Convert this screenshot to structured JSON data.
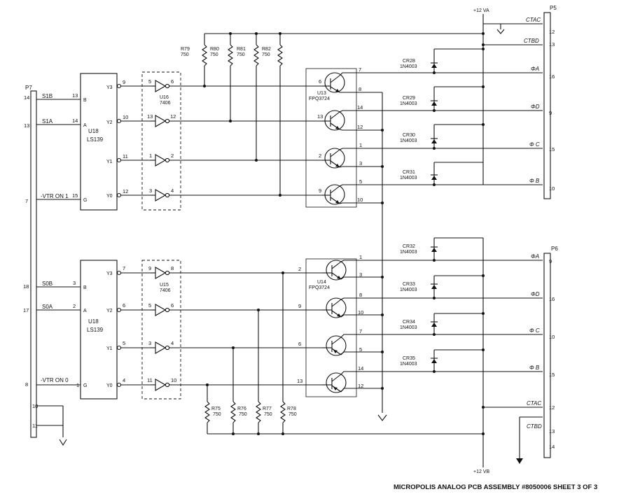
{
  "title": "MICROPOLIS ANALOG PCB ASSEMBLY #8050006 SHEET 3 OF 3",
  "power": {
    "top": "+12 VA",
    "bottom": "+12 VB"
  },
  "connectors": {
    "left": "P7",
    "right_top": "P5",
    "right_bottom": "P6"
  },
  "left_signals": [
    {
      "pin": "14",
      "name": "S1B"
    },
    {
      "pin": "13",
      "name": "S1A"
    },
    {
      "pin": "7",
      "name": "-VTR ON 1"
    },
    {
      "pin": "18",
      "name": "S0B"
    },
    {
      "pin": "17",
      "name": "S0A"
    },
    {
      "pin": "8",
      "name": "-VTR ON 0"
    },
    {
      "pin": "10",
      "name": ""
    },
    {
      "pin": "11",
      "name": ""
    }
  ],
  "decoders": [
    {
      "ref": "U18",
      "part": "LS139",
      "inputs": [
        {
          "pin": "13",
          "name": "B"
        },
        {
          "pin": "14",
          "name": "A"
        },
        {
          "pin": "15",
          "name": "G"
        }
      ],
      "outputs": [
        {
          "pin": "9",
          "name": "Y3"
        },
        {
          "pin": "10",
          "name": "Y2"
        },
        {
          "pin": "11",
          "name": "Y1"
        },
        {
          "pin": "12",
          "name": "Y0"
        }
      ]
    },
    {
      "ref": "U18",
      "part": "LS139",
      "inputs": [
        {
          "pin": "3",
          "name": "B"
        },
        {
          "pin": "2",
          "name": "A"
        },
        {
          "pin": "1",
          "name": "G"
        }
      ],
      "outputs": [
        {
          "pin": "7",
          "name": "Y3"
        },
        {
          "pin": "6",
          "name": "Y2"
        },
        {
          "pin": "5",
          "name": "Y1"
        },
        {
          "pin": "4",
          "name": "Y0"
        }
      ]
    }
  ],
  "buffers": [
    {
      "ref": "U16",
      "part": "7406",
      "gates": [
        {
          "in": "5",
          "out": "6"
        },
        {
          "in": "13",
          "out": "12"
        },
        {
          "in": "1",
          "out": "2"
        },
        {
          "in": "3",
          "out": "4"
        }
      ]
    },
    {
      "ref": "U15",
      "part": "7406",
      "gates": [
        {
          "in": "9",
          "out": "8"
        },
        {
          "in": "5",
          "out": "6"
        },
        {
          "in": "3",
          "out": "4"
        },
        {
          "in": "11",
          "out": "10"
        }
      ]
    }
  ],
  "arrays": [
    {
      "ref": "U13",
      "part": "FPQ3724",
      "base_pins": [
        "6",
        "13",
        "2",
        "9"
      ],
      "pins_right": [
        "7",
        "8",
        "14",
        "12",
        "1",
        "3",
        "5",
        "10"
      ]
    },
    {
      "ref": "U14",
      "part": "FPQ3724",
      "base_pins": [
        "2",
        "9",
        "6",
        "13"
      ],
      "pins_right": [
        "1",
        "3",
        "8",
        "10",
        "7",
        "5",
        "14",
        "12"
      ]
    }
  ],
  "resistors_top": [
    {
      "ref": "R79",
      "value": "750"
    },
    {
      "ref": "R80",
      "value": "750"
    },
    {
      "ref": "R81",
      "value": "750"
    },
    {
      "ref": "R82",
      "value": "750"
    }
  ],
  "resistors_bottom": [
    {
      "ref": "R75",
      "value": "750"
    },
    {
      "ref": "R76",
      "value": "750"
    },
    {
      "ref": "R77",
      "value": "750"
    },
    {
      "ref": "R78",
      "value": "750"
    }
  ],
  "diodes_top": [
    {
      "ref": "CR28",
      "part": "1N4003"
    },
    {
      "ref": "CR29",
      "part": "1N4003"
    },
    {
      "ref": "CR30",
      "part": "1N4003"
    },
    {
      "ref": "CR31",
      "part": "1N4003"
    }
  ],
  "diodes_bottom": [
    {
      "ref": "CR32",
      "part": "1N4003"
    },
    {
      "ref": "CR33",
      "part": "1N4003"
    },
    {
      "ref": "CR34",
      "part": "1N4003"
    },
    {
      "ref": "CR35",
      "part": "1N4003"
    }
  ],
  "outputs_top": [
    {
      "pin": "12",
      "name": "CTAC"
    },
    {
      "pin": "13",
      "name": "CTBD"
    },
    {
      "pin": "16",
      "name": "ΦA"
    },
    {
      "pin": "9",
      "name": "ΦD"
    },
    {
      "pin": "15",
      "name": "Φ C"
    },
    {
      "pin": "10",
      "name": "Φ B"
    }
  ],
  "outputs_bottom": [
    {
      "pin": "9",
      "name": "ΦA"
    },
    {
      "pin": "16",
      "name": "ΦD"
    },
    {
      "pin": "10",
      "name": "Φ C"
    },
    {
      "pin": "15",
      "name": "Φ B"
    },
    {
      "pin": "12",
      "name": "CTAC"
    },
    {
      "pin": "13",
      "name": "CTBD"
    },
    {
      "pin": "14",
      "name": ""
    }
  ]
}
